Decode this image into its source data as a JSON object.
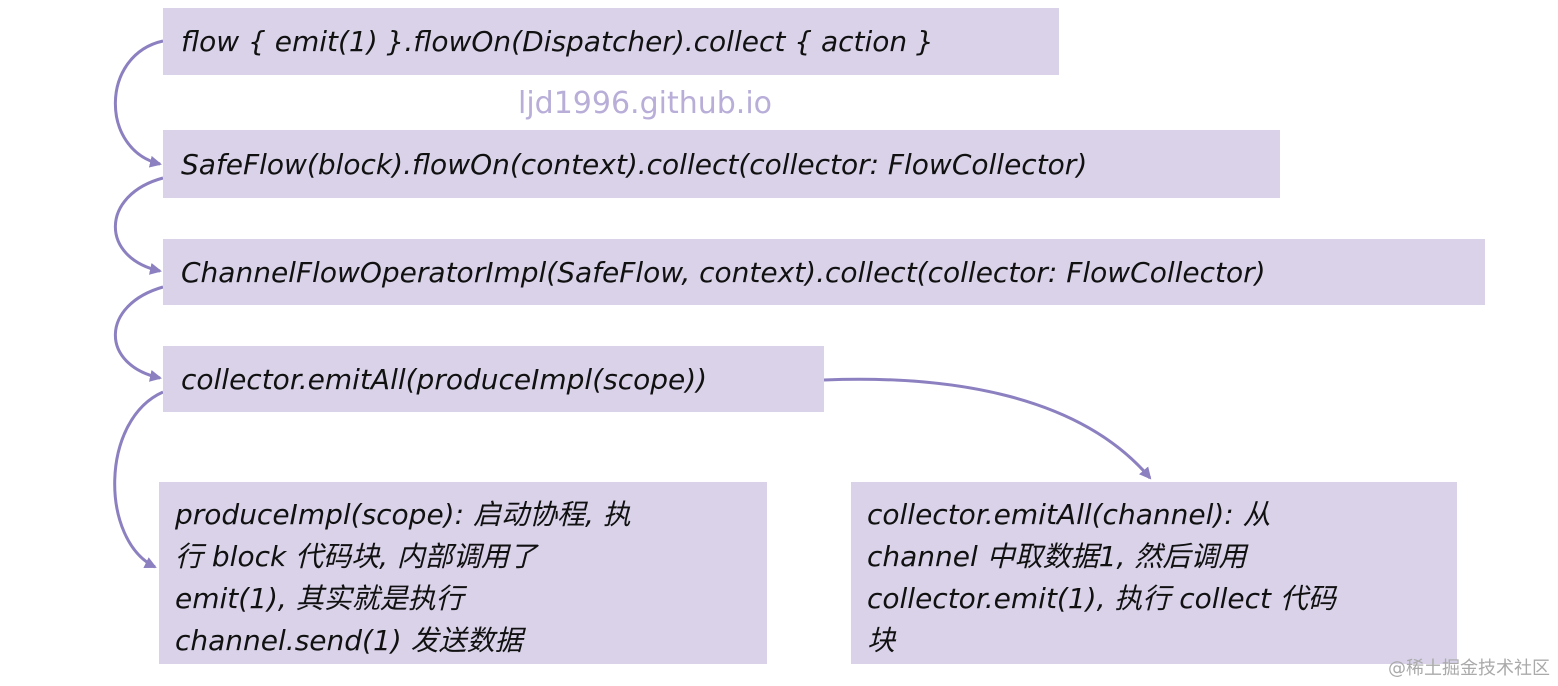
{
  "watermark": "ljd1996.github.io",
  "corner_mark": "@稀土掘金技术社区",
  "steps": [
    "flow { emit(1) }.flowOn(Dispatcher).collect { action }",
    "SafeFlow(block).flowOn(context).collect(collector: FlowCollector)",
    "ChannelFlowOperatorImpl(SafeFlow, context).collect(collector: FlowCollector)",
    "collector.emitAll(produceImpl(scope))"
  ],
  "produce_box": [
    "produceImpl(scope): 启动协程, 执",
    "行 block 代码块, 内部调用了",
    "emit(1), 其实就是执行",
    "channel.send(1) 发送数据"
  ],
  "collect_box": [
    "collector.emitAll(channel): 从",
    "channel 中取数据1, 然后调用",
    "collector.emit(1), 执行 collect 代码",
    "块"
  ],
  "colors": {
    "box_fill": "#d9d2e9",
    "arrow": "#8c80c0"
  }
}
